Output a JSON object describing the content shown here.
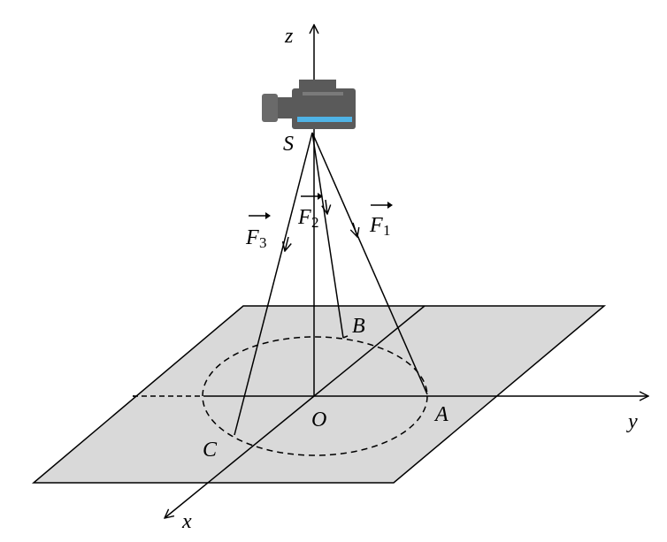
{
  "colors": {
    "plane_fill": "#d9d9d9",
    "line": "#000000",
    "camera_body": "#5a5a5a",
    "camera_lens": "#4fb3e6"
  },
  "icons": {
    "camera": "video-camera-icon"
  },
  "labels": {
    "z_axis": "z",
    "x_axis": "x",
    "y_axis": "y",
    "point_S": "S",
    "point_O": "O",
    "point_A": "A",
    "point_B": "B",
    "point_C": "C"
  },
  "forces": [
    {
      "symbol": "F",
      "subscript": "1"
    },
    {
      "symbol": "F",
      "subscript": "2"
    },
    {
      "symbol": "F",
      "subscript": "3"
    }
  ]
}
